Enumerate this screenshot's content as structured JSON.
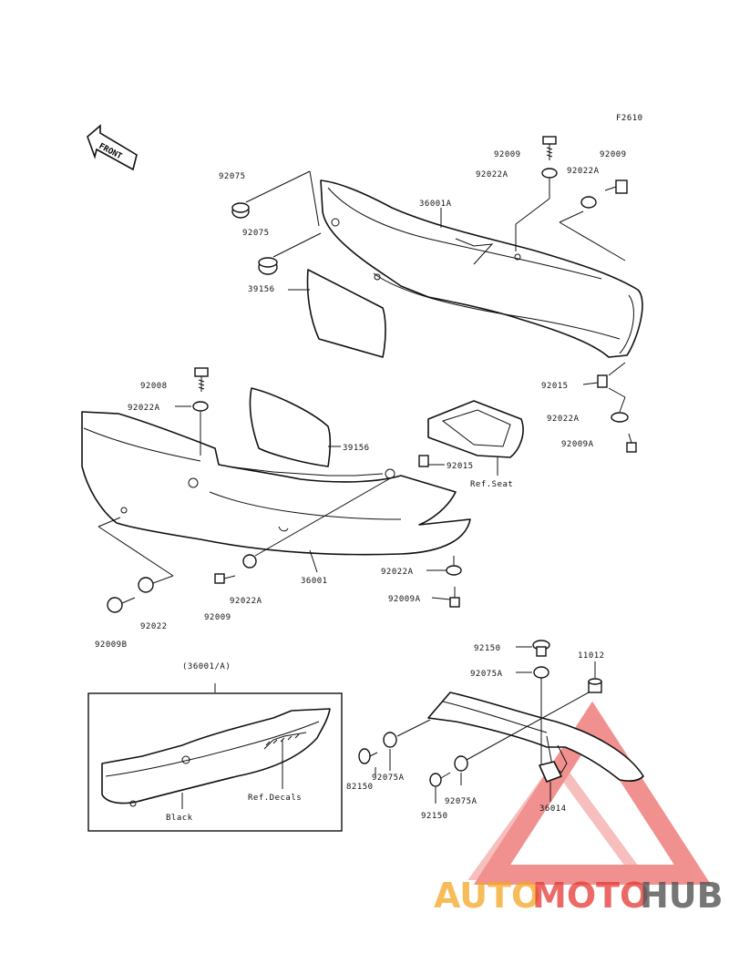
{
  "figure_code": "F2610",
  "front_label": "FRONT",
  "labels": {
    "p92009_top": "92009",
    "p92022a_top": "92022A",
    "p92009_right": "92009",
    "p92022a_right": "92022A",
    "p92075_a": "92075",
    "p92075_b": "92075",
    "p36001a": "36001A",
    "p39156_top": "39156",
    "p92015_right": "92015",
    "p92022a_right2": "92022A",
    "p92009a_right": "92009A",
    "p92008": "92008",
    "p92022a_left": "92022A",
    "p39156_mid": "39156",
    "p92015_mid": "92015",
    "ref_seat": "Ref.Seat",
    "p36001": "36001",
    "p92022a_mid": "92022A",
    "p92009a_mid": "92009A",
    "p92022_low": "92022",
    "p92009_low": "92009",
    "p92022a_low": "92022A",
    "p92009b": "92009B",
    "inset_title": "(36001/A)",
    "ref_decals": "Ref.Decals",
    "black": "Black",
    "p92150_top": "92150",
    "p11012": "11012",
    "p92075a_top": "92075A",
    "p92075a_mid": "92075A",
    "p82150": "82150",
    "p92075a_low": "92075A",
    "p92150_low": "92150",
    "p36014": "36014"
  },
  "watermark": {
    "part1": "AUTO",
    "part2": "MOTO",
    "part3": "HUB",
    "color_orange": "#f5a623",
    "color_red": "#e53935",
    "color_gray": "#555555"
  }
}
